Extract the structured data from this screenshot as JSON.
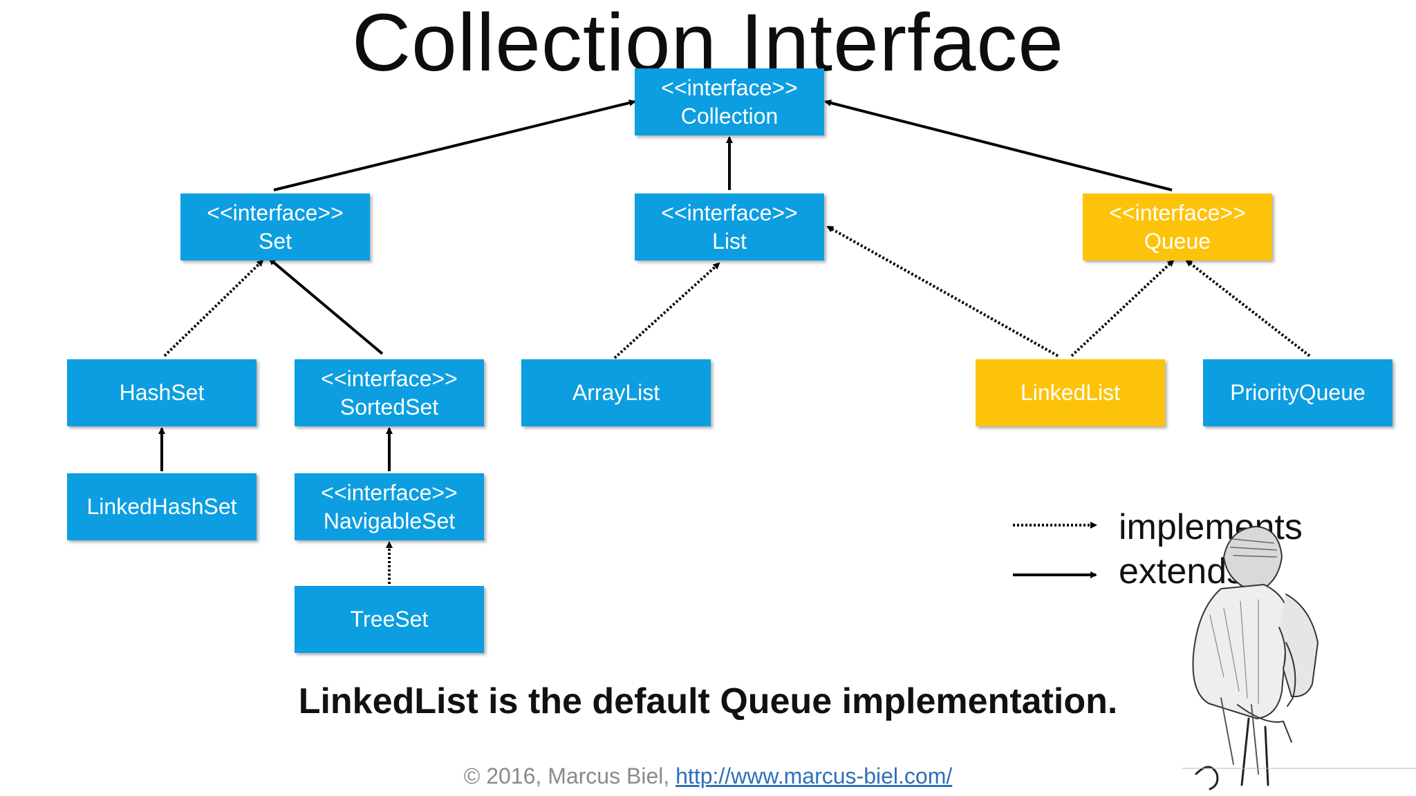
{
  "title": "Collection Interface",
  "colors": {
    "interface_box": "#0c9ee0",
    "highlight_box": "#fdc30a",
    "box_text": "#ffffff",
    "edge": "#000000"
  },
  "nodes": [
    {
      "id": "collection",
      "line1": "<<interface>>",
      "line2": "Collection",
      "highlight": false
    },
    {
      "id": "set",
      "line1": "<<interface>>",
      "line2": "Set",
      "highlight": false
    },
    {
      "id": "list",
      "line1": "<<interface>>",
      "line2": "List",
      "highlight": false
    },
    {
      "id": "queue",
      "line1": "<<interface>>",
      "line2": "Queue",
      "highlight": true
    },
    {
      "id": "hashset",
      "line1": "",
      "line2": "HashSet",
      "highlight": false
    },
    {
      "id": "sortedset",
      "line1": "<<interface>>",
      "line2": "SortedSet",
      "highlight": false
    },
    {
      "id": "arraylist",
      "line1": "",
      "line2": "ArrayList",
      "highlight": false
    },
    {
      "id": "linkedlist",
      "line1": "",
      "line2": "LinkedList",
      "highlight": true
    },
    {
      "id": "priorityqueue",
      "line1": "",
      "line2": "PriorityQueue",
      "highlight": false
    },
    {
      "id": "linkedhashset",
      "line1": "",
      "line2": "LinkedHashSet",
      "highlight": false
    },
    {
      "id": "navigableset",
      "line1": "<<interface>>",
      "line2": "NavigableSet",
      "highlight": false
    },
    {
      "id": "treeset",
      "line1": "",
      "line2": "TreeSet",
      "highlight": false
    }
  ],
  "edges": [
    {
      "from": "set",
      "to": "collection",
      "kind": "extends"
    },
    {
      "from": "list",
      "to": "collection",
      "kind": "extends"
    },
    {
      "from": "queue",
      "to": "collection",
      "kind": "extends"
    },
    {
      "from": "hashset",
      "to": "set",
      "kind": "implements"
    },
    {
      "from": "sortedset",
      "to": "set",
      "kind": "extends"
    },
    {
      "from": "arraylist",
      "to": "list",
      "kind": "implements"
    },
    {
      "from": "linkedlist",
      "to": "list",
      "kind": "implements"
    },
    {
      "from": "linkedlist",
      "to": "queue",
      "kind": "implements"
    },
    {
      "from": "priorityqueue",
      "to": "queue",
      "kind": "implements"
    },
    {
      "from": "linkedhashset",
      "to": "hashset",
      "kind": "extends"
    },
    {
      "from": "navigableset",
      "to": "sortedset",
      "kind": "extends"
    },
    {
      "from": "treeset",
      "to": "navigableset",
      "kind": "implements"
    }
  ],
  "legend": {
    "implements": "implements",
    "extends": "extends"
  },
  "caption": "LinkedList is the default Queue implementation.",
  "footer": {
    "copyright": "© 2016, Marcus Biel, ",
    "link": "http://www.marcus-biel.com/"
  },
  "illustration": "craftsman-sketch"
}
